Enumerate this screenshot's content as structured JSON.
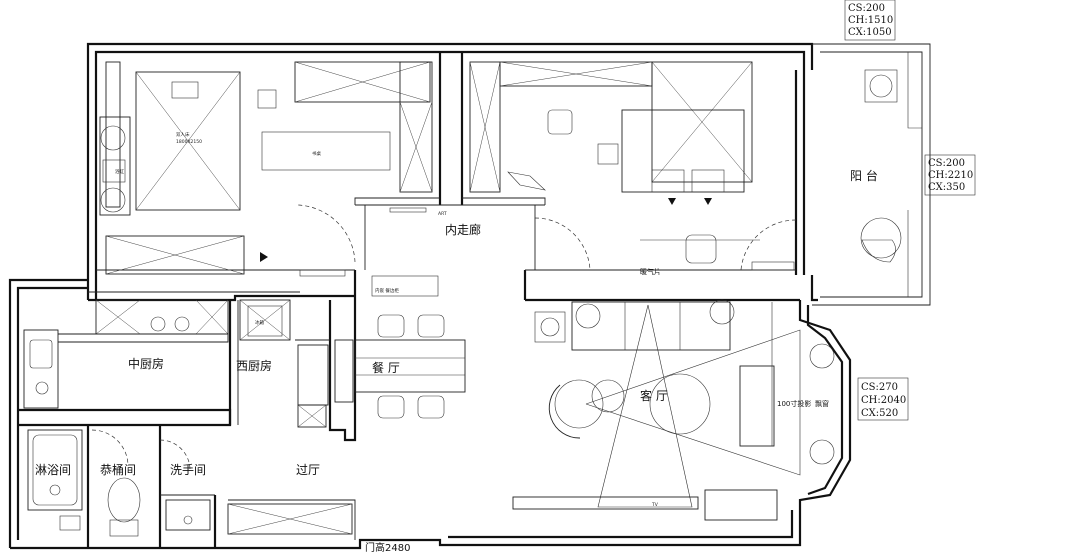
{
  "rooms": {
    "balcony": "阳 台",
    "inner_corridor": "内走廊",
    "middle_kitchen": "中厨房",
    "west_kitchen": "西厨房",
    "dining": "餐 厅",
    "living": "客 厅",
    "shower": "淋浴间",
    "toilet": "恭桶间",
    "washroom": "洗手间",
    "hallway": "过厅"
  },
  "notes": {
    "door_height": "门高2480",
    "projection": "100寸投影",
    "bay_window": "飘窗",
    "tv": "TV",
    "art": "ART",
    "bed": "双人床",
    "bed_size": "1800X2150",
    "desk": "书桌",
    "tub": "浴缸",
    "fridge": "冰箱",
    "cabinet": "内嵌 餐边柜",
    "heater": "暖气片"
  },
  "window_tags": [
    [
      "CS:200",
      "CH:1510",
      "CX:1050"
    ],
    [
      "CS:200",
      "CH:2210",
      "CX:350"
    ],
    [
      "CS:270",
      "CH:2040",
      "CX:520"
    ]
  ]
}
